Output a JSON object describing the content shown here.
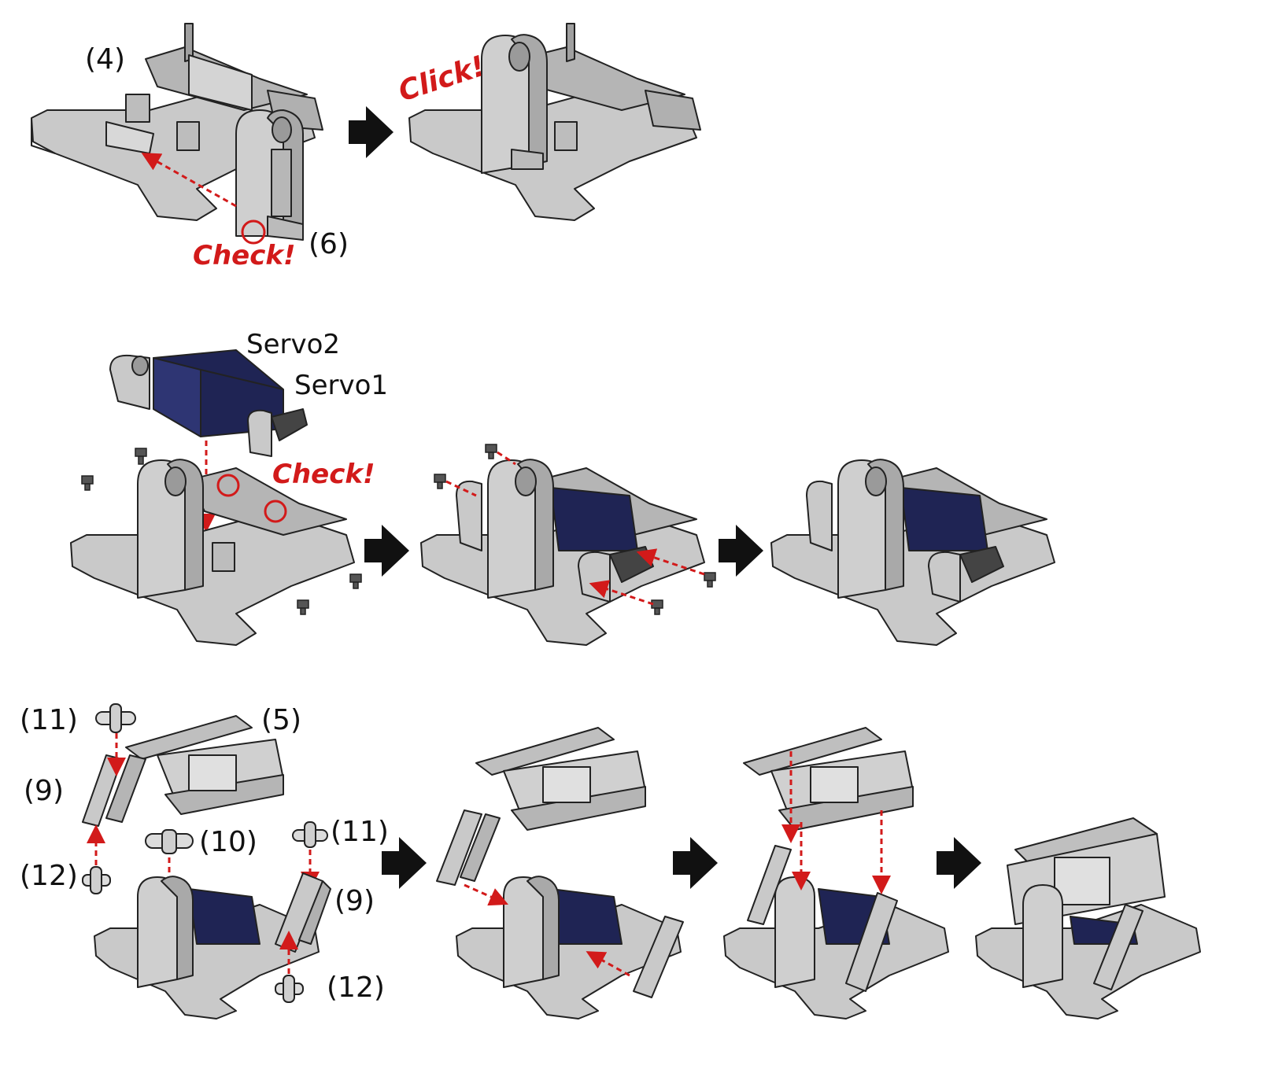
{
  "colors": {
    "part_fill": "#c9c9c9",
    "part_dark": "#9b9b9b",
    "part_light": "#e4e4e4",
    "outline": "#222222",
    "servo": "#1f2454",
    "servo_light": "#2e3573",
    "accent_red": "#d21a1a",
    "arrow": "#111111"
  },
  "icons": {
    "step_arrow": "right-arrow-icon",
    "check_marker": "circle-marker-icon",
    "screw": "screw-icon"
  },
  "labels": {
    "part4": "(4)",
    "part6": "(6)",
    "part5": "(5)",
    "part9a": "(9)",
    "part9b": "(9)",
    "part10": "(10)",
    "part11a": "(11)",
    "part11b": "(11)",
    "part12a": "(12)",
    "part12b": "(12)",
    "servo2": "Servo2",
    "servo1": "Servo1",
    "check1": "Check!",
    "check2": "Check!",
    "click": "Click!"
  }
}
